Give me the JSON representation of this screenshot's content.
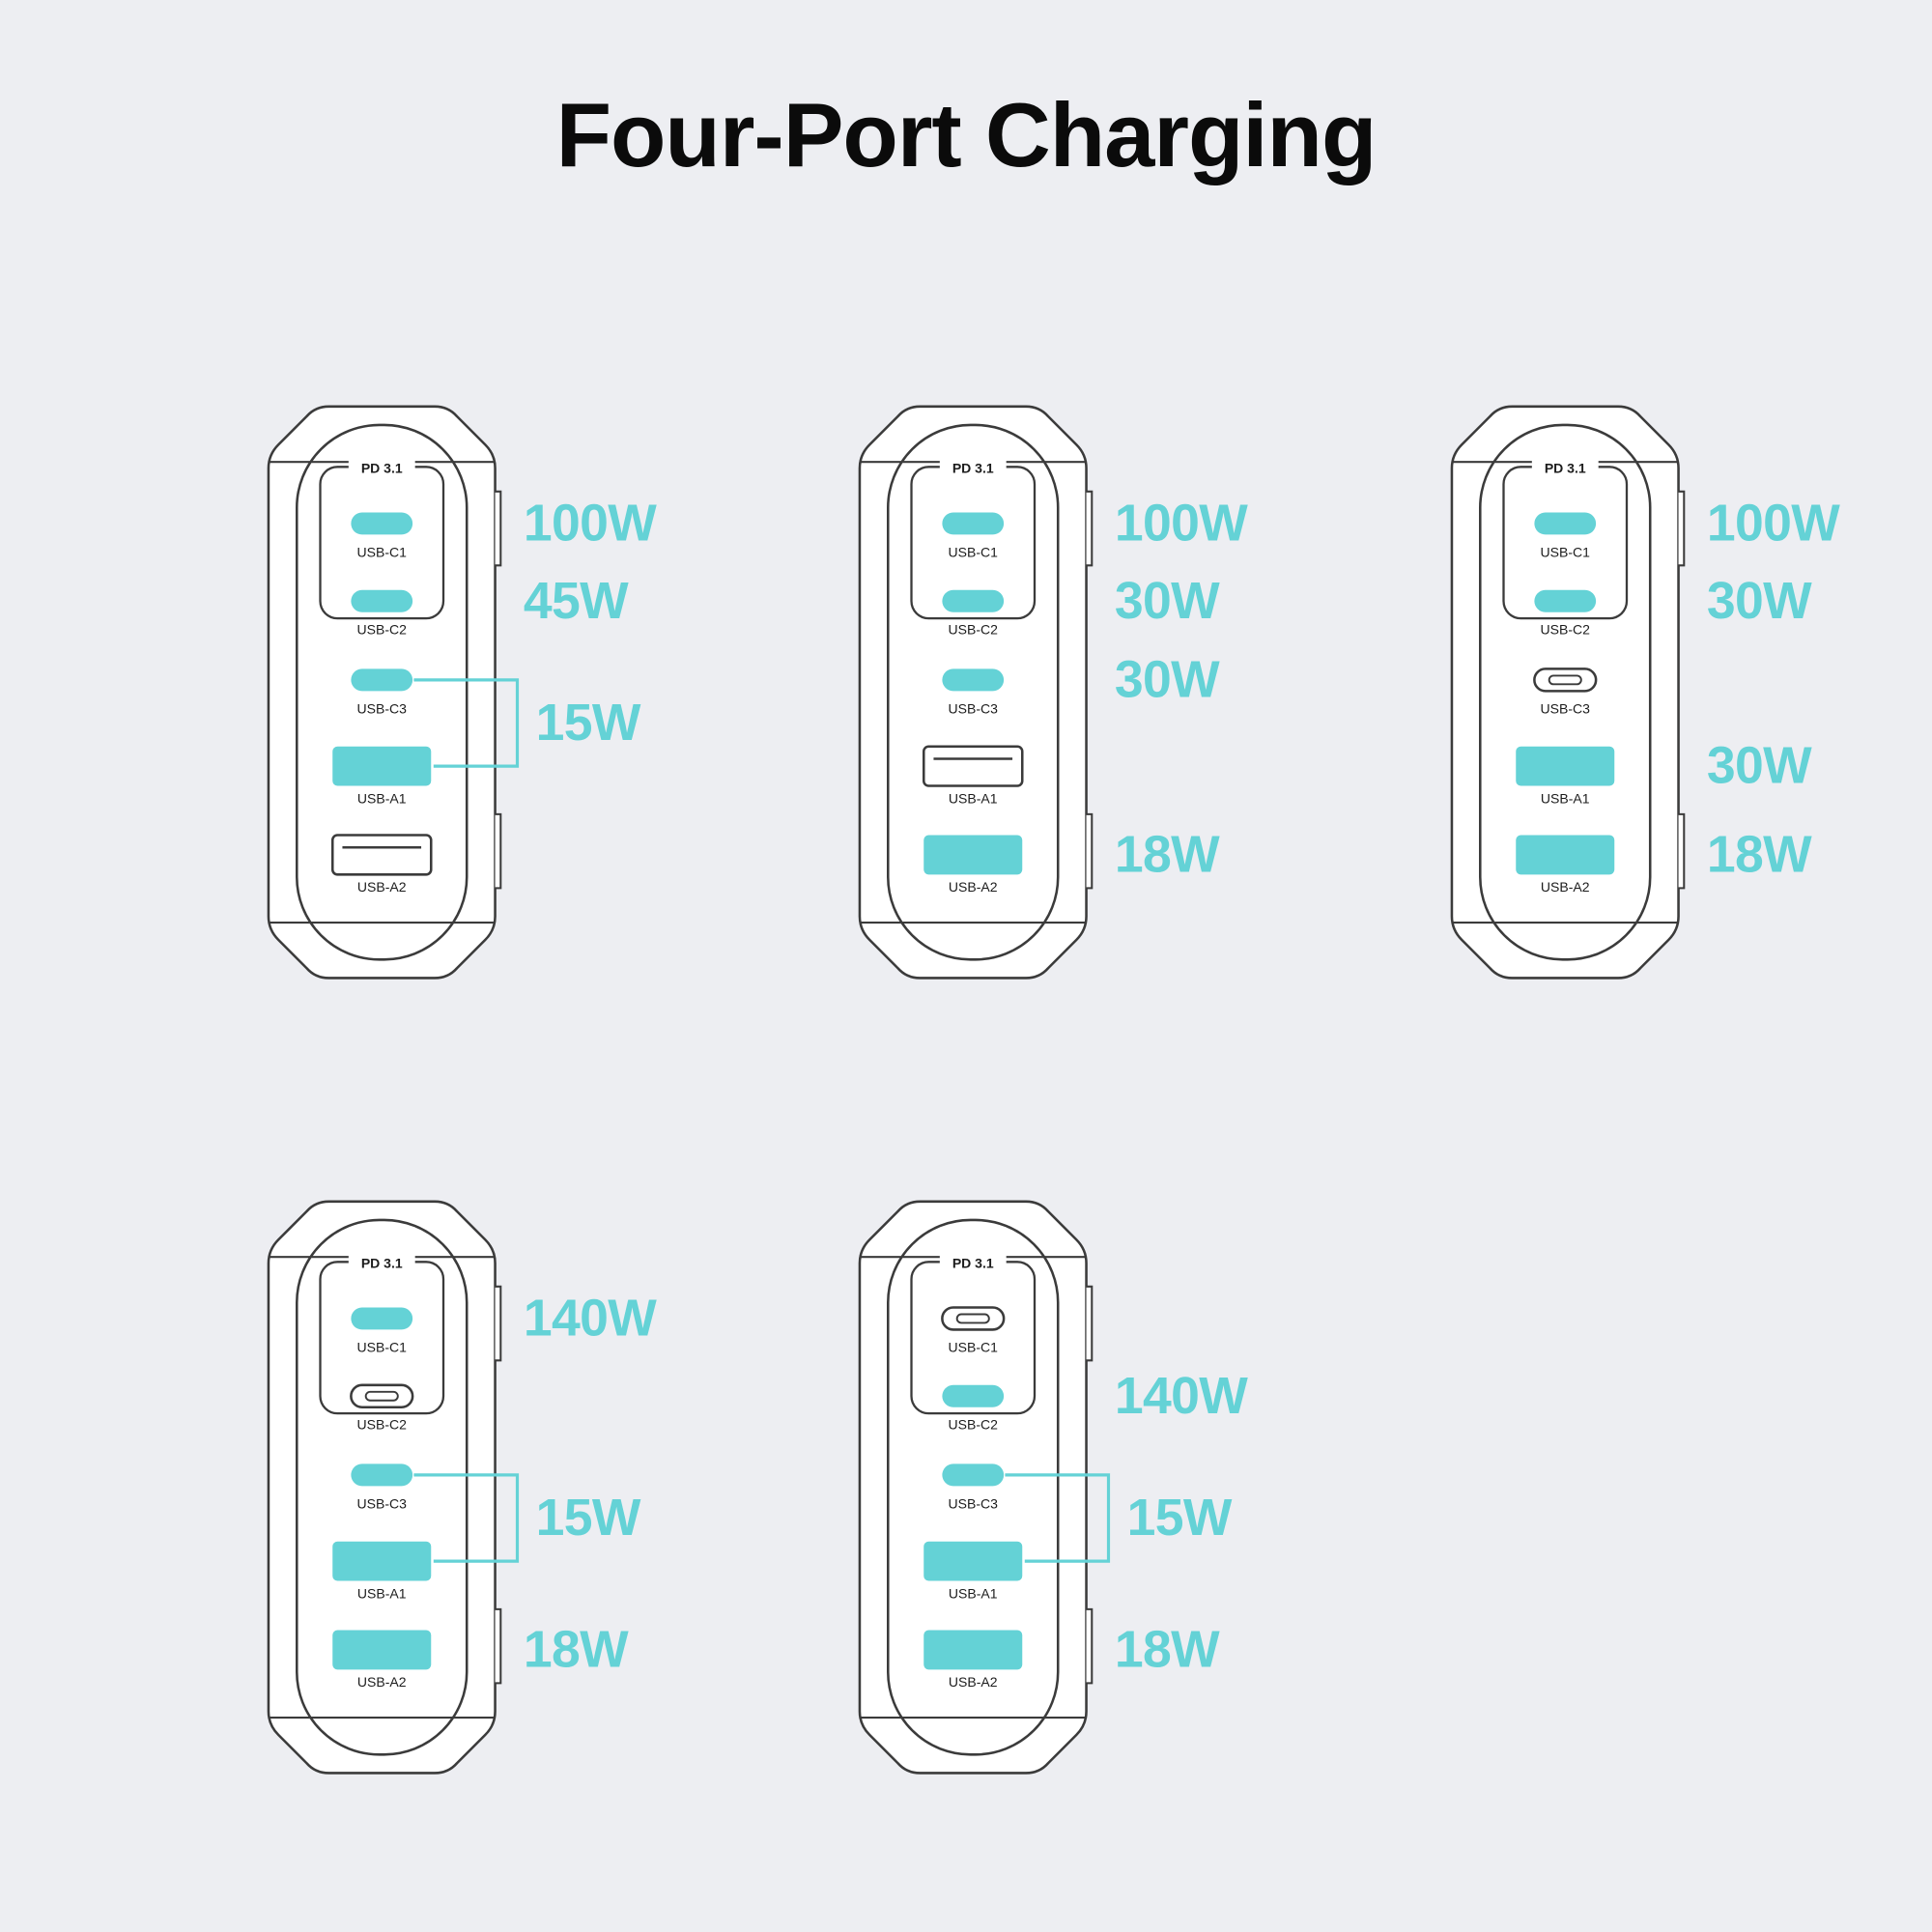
{
  "title": "Four-Port Charging",
  "pd_label": "PD 3.1",
  "colors": {
    "background": "#edeef2",
    "accent_teal": "#64d2d6",
    "outline": "#3b3b3b",
    "device_fill": "#ffffff",
    "label_text": "#1c1c1c",
    "title_text": "#0b0b0b"
  },
  "chargers": [
    {
      "name": "combo-1",
      "ports": [
        {
          "label": "USB-C1",
          "type": "usb-c",
          "active": true,
          "wattage": "100W"
        },
        {
          "label": "USB-C2",
          "type": "usb-c",
          "active": true,
          "wattage": "45W"
        },
        {
          "label": "USB-C3",
          "type": "usb-c",
          "active": true,
          "wattage": null
        },
        {
          "label": "USB-A1",
          "type": "usb-a",
          "active": true,
          "wattage": null
        },
        {
          "label": "USB-A2",
          "type": "usb-a",
          "active": false,
          "wattage": null
        }
      ],
      "shared": {
        "ports": [
          "USB-C3",
          "USB-A1"
        ],
        "wattage": "15W"
      }
    },
    {
      "name": "combo-2",
      "ports": [
        {
          "label": "USB-C1",
          "type": "usb-c",
          "active": true,
          "wattage": "100W"
        },
        {
          "label": "USB-C2",
          "type": "usb-c",
          "active": true,
          "wattage": "30W"
        },
        {
          "label": "USB-C3",
          "type": "usb-c",
          "active": true,
          "wattage": "30W"
        },
        {
          "label": "USB-A1",
          "type": "usb-a",
          "active": false,
          "wattage": null
        },
        {
          "label": "USB-A2",
          "type": "usb-a",
          "active": true,
          "wattage": "18W"
        }
      ],
      "shared": null
    },
    {
      "name": "combo-3",
      "ports": [
        {
          "label": "USB-C1",
          "type": "usb-c",
          "active": true,
          "wattage": "100W"
        },
        {
          "label": "USB-C2",
          "type": "usb-c",
          "active": true,
          "wattage": "30W"
        },
        {
          "label": "USB-C3",
          "type": "usb-c",
          "active": false,
          "wattage": null
        },
        {
          "label": "USB-A1",
          "type": "usb-a",
          "active": true,
          "wattage": "30W"
        },
        {
          "label": "USB-A2",
          "type": "usb-a",
          "active": true,
          "wattage": "18W"
        }
      ],
      "shared": null
    },
    {
      "name": "combo-4",
      "ports": [
        {
          "label": "USB-C1",
          "type": "usb-c",
          "active": true,
          "wattage": "140W"
        },
        {
          "label": "USB-C2",
          "type": "usb-c",
          "active": false,
          "wattage": null
        },
        {
          "label": "USB-C3",
          "type": "usb-c",
          "active": true,
          "wattage": null
        },
        {
          "label": "USB-A1",
          "type": "usb-a",
          "active": true,
          "wattage": null
        },
        {
          "label": "USB-A2",
          "type": "usb-a",
          "active": true,
          "wattage": "18W"
        }
      ],
      "shared": {
        "ports": [
          "USB-C3",
          "USB-A1"
        ],
        "wattage": "15W"
      }
    },
    {
      "name": "combo-5",
      "ports": [
        {
          "label": "USB-C1",
          "type": "usb-c",
          "active": false,
          "wattage": null
        },
        {
          "label": "USB-C2",
          "type": "usb-c",
          "active": true,
          "wattage": "140W"
        },
        {
          "label": "USB-C3",
          "type": "usb-c",
          "active": true,
          "wattage": null
        },
        {
          "label": "USB-A1",
          "type": "usb-a",
          "active": true,
          "wattage": null
        },
        {
          "label": "USB-A2",
          "type": "usb-a",
          "active": true,
          "wattage": "18W"
        }
      ],
      "shared": {
        "ports": [
          "USB-C3",
          "USB-A1"
        ],
        "wattage": "15W"
      }
    }
  ]
}
